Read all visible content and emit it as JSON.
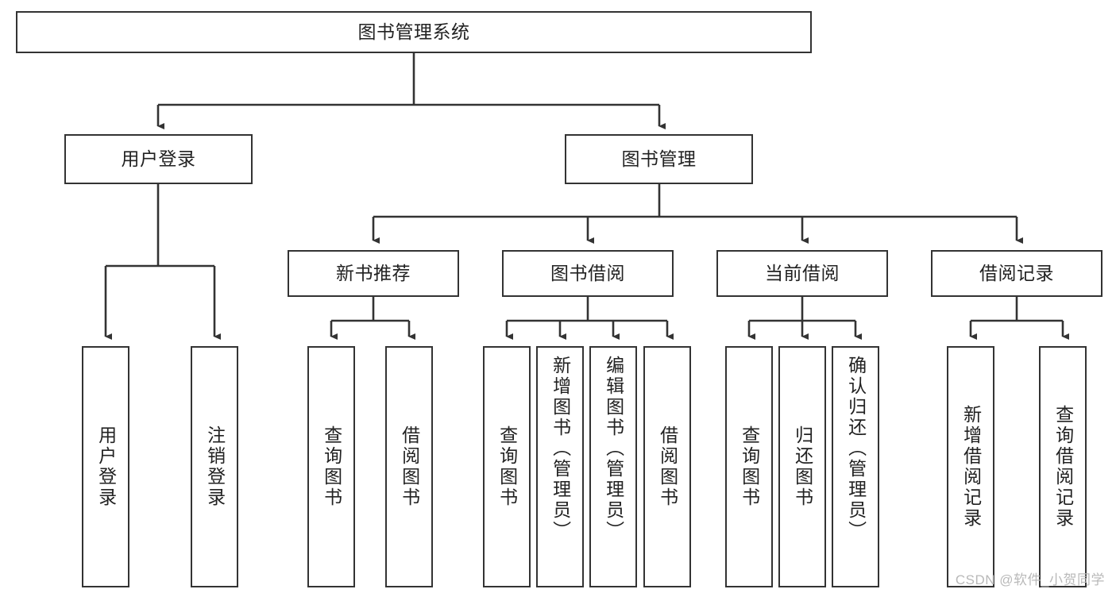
{
  "diagram": {
    "type": "tree-hierarchy-chart",
    "title": "图书管理系统",
    "watermark": "CSDN @软件_小贺同学",
    "colors": {
      "box_border": "#333333",
      "box_fill": "#ffffff",
      "connector": "#333333",
      "text": "#222222",
      "watermark": "#b9b9b9"
    },
    "levels": [
      {
        "level": 1,
        "nodes": [
          {
            "id": "root",
            "label": "图书管理系统",
            "orientation": "horizontal"
          }
        ]
      },
      {
        "level": 2,
        "nodes": [
          {
            "id": "user-login",
            "label": "用户登录",
            "orientation": "horizontal",
            "parent": "root"
          },
          {
            "id": "book-manage",
            "label": "图书管理",
            "orientation": "horizontal",
            "parent": "root"
          }
        ]
      },
      {
        "level": 3,
        "nodes": [
          {
            "id": "new-book-rec",
            "label": "新书推荐",
            "orientation": "horizontal",
            "parent": "book-manage"
          },
          {
            "id": "book-borrow",
            "label": "图书借阅",
            "orientation": "horizontal",
            "parent": "book-manage"
          },
          {
            "id": "current-borrow",
            "label": "当前借阅",
            "orientation": "horizontal",
            "parent": "book-manage"
          },
          {
            "id": "borrow-record",
            "label": "借阅记录",
            "orientation": "horizontal",
            "parent": "book-manage"
          }
        ]
      },
      {
        "level": 4,
        "nodes": [
          {
            "id": "leaf-1",
            "label": "用户登录",
            "orientation": "vertical",
            "parent": "user-login"
          },
          {
            "id": "leaf-2",
            "label": "注销登录",
            "orientation": "vertical",
            "parent": "user-login"
          },
          {
            "id": "leaf-3",
            "label": "查询图书",
            "orientation": "vertical",
            "parent": "new-book-rec"
          },
          {
            "id": "leaf-4",
            "label": "借阅图书",
            "orientation": "vertical",
            "parent": "new-book-rec"
          },
          {
            "id": "leaf-5",
            "label": "查询图书",
            "orientation": "vertical",
            "parent": "book-borrow"
          },
          {
            "id": "leaf-6",
            "label": "新增图书（管理员）",
            "orientation": "vertical",
            "parent": "book-borrow"
          },
          {
            "id": "leaf-7",
            "label": "编辑图书（管理员）",
            "orientation": "vertical",
            "parent": "book-borrow"
          },
          {
            "id": "leaf-8",
            "label": "借阅图书",
            "orientation": "vertical",
            "parent": "book-borrow"
          },
          {
            "id": "leaf-9",
            "label": "查询图书",
            "orientation": "vertical",
            "parent": "current-borrow"
          },
          {
            "id": "leaf-10",
            "label": "归还图书",
            "orientation": "vertical",
            "parent": "current-borrow"
          },
          {
            "id": "leaf-11",
            "label": "确认归还（管理员）",
            "orientation": "vertical",
            "parent": "current-borrow"
          },
          {
            "id": "leaf-12",
            "label": "新增借阅记录",
            "orientation": "vertical",
            "parent": "borrow-record"
          },
          {
            "id": "leaf-13",
            "label": "查询借阅记录",
            "orientation": "vertical",
            "parent": "borrow-record"
          }
        ]
      }
    ]
  }
}
